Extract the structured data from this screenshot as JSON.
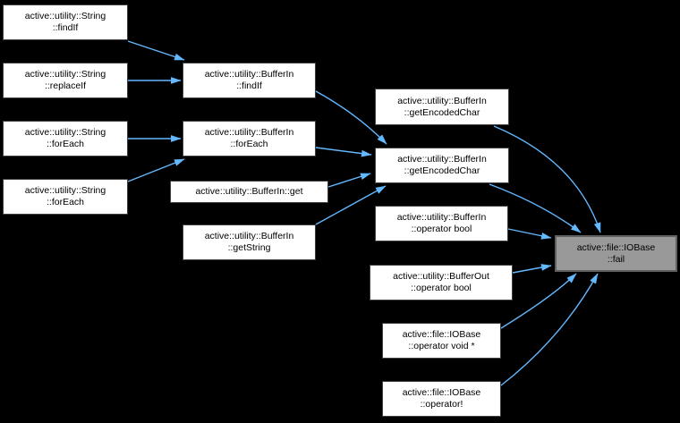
{
  "diagram": {
    "type": "call-graph",
    "colors": {
      "background": "#000000",
      "edge": "#63b8ff",
      "node_fill": "#ffffff",
      "node_border": "#3f3f3f",
      "node_text": "#000000",
      "current_node_fill": "#999999",
      "current_node_border": "#606060"
    },
    "nodes": [
      {
        "id": "string-findif",
        "line1": "active::utility::String",
        "line2": "::findIf"
      },
      {
        "id": "string-replaceif",
        "line1": "active::utility::String",
        "line2": "::replaceIf"
      },
      {
        "id": "string-foreach-1",
        "line1": "active::utility::String",
        "line2": "::forEach"
      },
      {
        "id": "string-foreach-2",
        "line1": "active::utility::String",
        "line2": "::forEach"
      },
      {
        "id": "bufferin-findif",
        "line1": "active::utility::BufferIn",
        "line2": "::findIf"
      },
      {
        "id": "bufferin-foreach",
        "line1": "active::utility::BufferIn",
        "line2": "::forEach"
      },
      {
        "id": "bufferin-get",
        "line1": "active::utility::BufferIn::get"
      },
      {
        "id": "bufferin-getstring",
        "line1": "active::utility::BufferIn",
        "line2": "::getString"
      },
      {
        "id": "bufferin-getencodedchar-1",
        "line1": "active::utility::BufferIn",
        "line2": "::getEncodedChar"
      },
      {
        "id": "bufferin-getencodedchar-2",
        "line1": "active::utility::BufferIn",
        "line2": "::getEncodedChar"
      },
      {
        "id": "bufferin-operator-bool",
        "line1": "active::utility::BufferIn",
        "line2": "::operator bool"
      },
      {
        "id": "bufferout-operator-bool",
        "line1": "active::utility::BufferOut",
        "line2": "::operator bool"
      },
      {
        "id": "iobase-operator-void",
        "line1": "active::file::IOBase",
        "line2": "::operator void *"
      },
      {
        "id": "iobase-operator-not",
        "line1": "active::file::IOBase",
        "line2": "::operator!"
      },
      {
        "id": "iobase-fail",
        "line1": "active::file::IOBase",
        "line2": "::fail",
        "highlighted": true
      }
    ],
    "edges": [
      {
        "from": "string-findif",
        "to": "bufferin-findif"
      },
      {
        "from": "string-replaceif",
        "to": "bufferin-findif"
      },
      {
        "from": "string-foreach-1",
        "to": "bufferin-foreach"
      },
      {
        "from": "string-foreach-2",
        "to": "bufferin-foreach"
      },
      {
        "from": "bufferin-findif",
        "to": "bufferin-getencodedchar-2"
      },
      {
        "from": "bufferin-foreach",
        "to": "bufferin-getencodedchar-2"
      },
      {
        "from": "bufferin-get",
        "to": "bufferin-getencodedchar-2"
      },
      {
        "from": "bufferin-getstring",
        "to": "bufferin-getencodedchar-2"
      },
      {
        "from": "bufferin-getencodedchar-1",
        "to": "iobase-fail"
      },
      {
        "from": "bufferin-getencodedchar-2",
        "to": "iobase-fail"
      },
      {
        "from": "bufferin-operator-bool",
        "to": "iobase-fail"
      },
      {
        "from": "bufferout-operator-bool",
        "to": "iobase-fail"
      },
      {
        "from": "iobase-operator-void",
        "to": "iobase-fail"
      },
      {
        "from": "iobase-operator-not",
        "to": "iobase-fail"
      }
    ]
  }
}
